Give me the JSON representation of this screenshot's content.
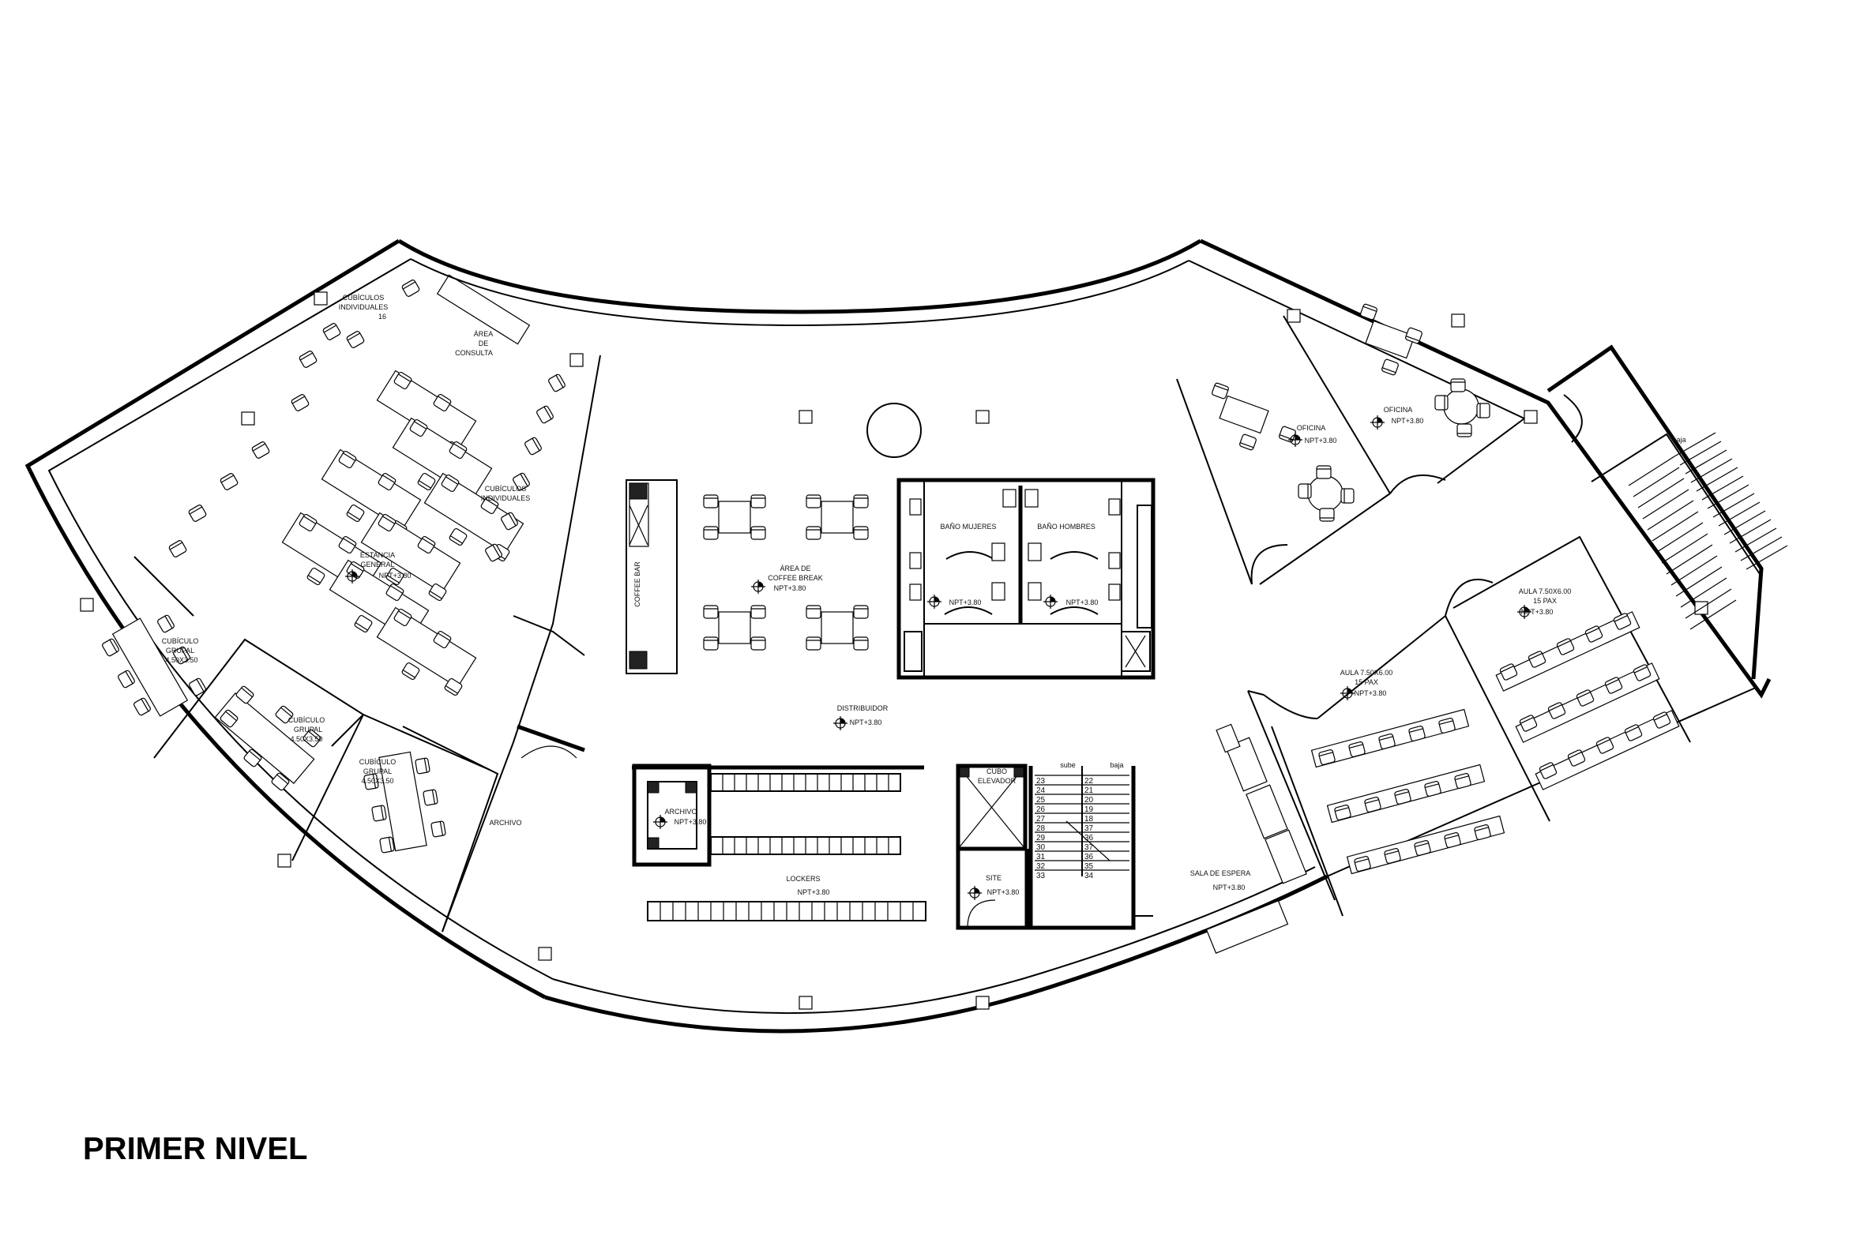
{
  "drawing": {
    "title": "PRIMER NIVEL"
  },
  "labels": {
    "cubiculos_individuales_top": [
      "CUBÍCULOS",
      "INDIVIDUALES",
      "16"
    ],
    "area_consulta": [
      "ÁREA",
      "DE",
      "CONSULTA"
    ],
    "cubiculos_individuales_mid": [
      "CUBÍCULOS",
      "INDIVIDUALES"
    ],
    "estancia_general": [
      "ESTANCIA",
      "GENERAL",
      "NPT+3.80"
    ],
    "cubiculo_grupal_1": [
      "CUBÍCULO",
      "GRUPAL",
      "4.50X3.50"
    ],
    "cubiculo_grupal_2": [
      "CUBÍCULO",
      "GRUPAL",
      "4.50X3.50"
    ],
    "cubiculo_grupal_3": [
      "CUBÍCULO",
      "GRUPAL",
      "4.50X3.50"
    ],
    "archivo_left": "ARCHIVO",
    "coffee_break": [
      "ÁREA DE",
      "COFFEE BREAK",
      "NPT+3.80"
    ],
    "bano_mujeres": "BAÑO MUJERES",
    "bano_hombres": "BAÑO HOMBRES",
    "npt_bano_m": "NPT+3.80",
    "npt_bano_h": "NPT+3.80",
    "distribuidor": [
      "DISTRIBUIDOR",
      "NPT+3.80"
    ],
    "archivo_center": [
      "ARCHIVO",
      "NPT+3.80"
    ],
    "lockers": [
      "LOCKERS",
      "NPT+3.80"
    ],
    "cubo_elevador": [
      "CUBO",
      "ELEVADOR"
    ],
    "site": [
      "SITE",
      "NPT+3.80"
    ],
    "stair_sube": "sube",
    "stair_baja": "baja",
    "stair_left_nums": [
      "23",
      "24",
      "25",
      "26",
      "27",
      "28",
      "29",
      "30",
      "31",
      "32",
      "33"
    ],
    "stair_right_nums": [
      "22",
      "21",
      "20",
      "19",
      "18",
      "37",
      "36",
      "37",
      "36",
      "35",
      "34"
    ],
    "sala_espera": [
      "SALA DE ESPERA",
      "NPT+3.80"
    ],
    "oficina_1": [
      "OFICINA",
      "NPT+3.80"
    ],
    "oficina_2": [
      "OFICINA",
      "NPT+3.80"
    ],
    "aula_1": [
      "AULA 7.50X6.00",
      "15 PAX",
      "NPT+3.80"
    ],
    "aula_2": [
      "AULA 7.50X6.00",
      "15 PAX",
      "NPT+3.80"
    ],
    "escalera_baja": "baja"
  }
}
